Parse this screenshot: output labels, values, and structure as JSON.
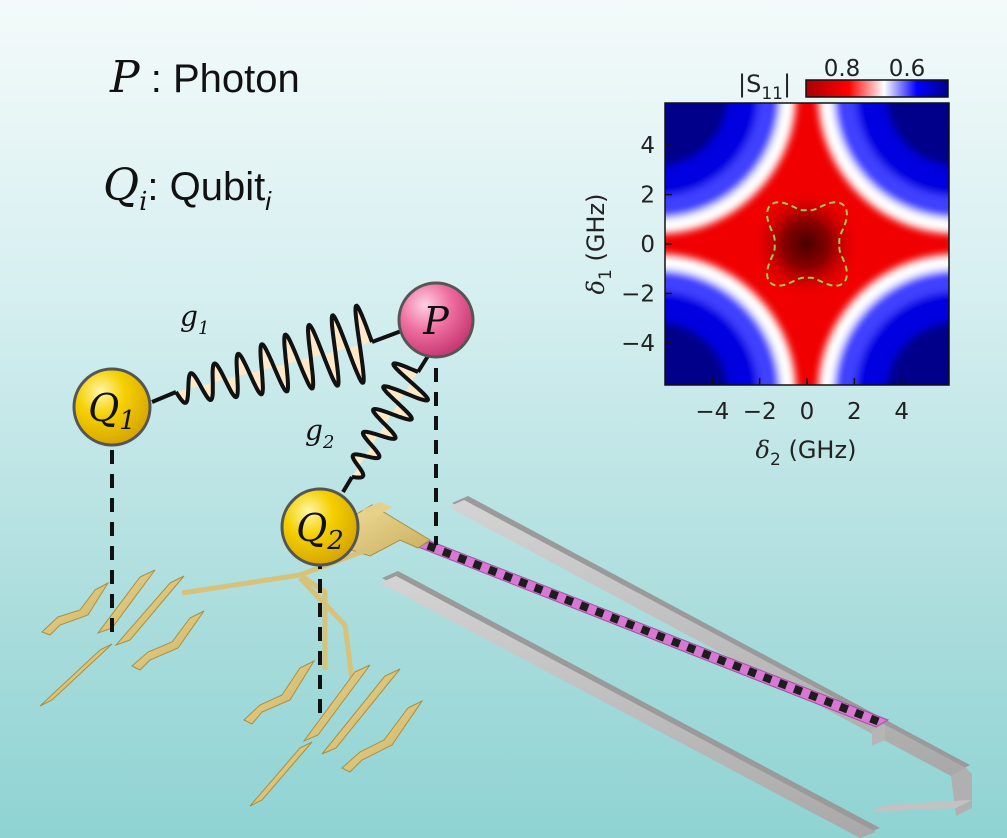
{
  "legend": {
    "photon_symbol": "P",
    "photon_text": ": Photon",
    "qubit_symbol": "Q",
    "qubit_symbol_sub": "i",
    "qubit_text": ": Qubit",
    "qubit_text_sub": "i"
  },
  "nodes": {
    "q1": {
      "symbol": "Q",
      "sub": "1"
    },
    "q2": {
      "symbol": "Q",
      "sub": "2"
    },
    "p": {
      "symbol": "P"
    }
  },
  "couplings": {
    "g1": {
      "symbol": "g",
      "sub": "1"
    },
    "g2": {
      "symbol": "g",
      "sub": "2"
    }
  },
  "colors": {
    "qubit_fill": "#f2c800",
    "photon_fill": "#ec5f97",
    "chip_metal": "#d8c27a",
    "resonator_pad": "#b9b9b9",
    "resonator_line": "#d978d4"
  },
  "chart_data": {
    "type": "heatmap",
    "colorbar": {
      "label": "|S",
      "label_sub": "11",
      "label_end": "|",
      "ticks": [
        "0.8",
        "0.6"
      ],
      "colors": [
        "#aa0000",
        "#ff0000",
        "#ffffff",
        "#0000ff",
        "#00008a"
      ]
    },
    "xlabel": {
      "symbol": "δ",
      "sub": "2",
      "rest": " (GHz)"
    },
    "ylabel": {
      "symbol": "δ",
      "sub": "1",
      "rest": " (GHz)"
    },
    "xlim": [
      -6,
      6
    ],
    "ylim": [
      -5.7,
      5.7
    ],
    "xticks": [
      -4,
      -2,
      0,
      2,
      4
    ],
    "yticks": [
      4,
      2,
      0,
      -2,
      -4
    ],
    "xtick_labels": [
      "−4",
      "−2",
      "0",
      "2",
      "4"
    ],
    "ytick_labels": [
      "4",
      "2",
      "0",
      "−2",
      "−4"
    ],
    "contour": {
      "style": "dashed",
      "color": "#8fd14f",
      "shape": "cross",
      "extent_ghz": 2.2
    }
  }
}
